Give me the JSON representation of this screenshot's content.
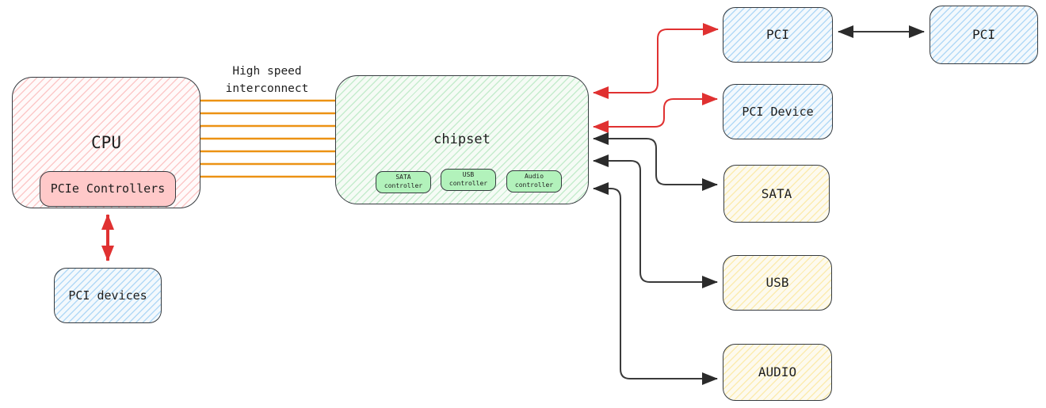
{
  "nodes": {
    "cpu": "CPU",
    "pcie_controllers": "PCIe Controllers",
    "pci_devices": "PCI devices",
    "chipset": "chipset",
    "sata_controller": "SATA\ncontroller",
    "usb_controller": "USB\ncontroller",
    "audio_controller": "Audio\ncontroller",
    "pci": "PCI",
    "pci_device": "PCI Device",
    "sata": "SATA",
    "usb": "USB",
    "audio": "AUDIO",
    "pci_right": "PCI"
  },
  "labels": {
    "interconnect": "High speed\ninterconnect"
  },
  "edges": [
    {
      "from": "cpu",
      "to": "chipset",
      "kind": "bus",
      "lines": 7,
      "color": "orange",
      "style": "solid",
      "arrows": "none",
      "label": "High speed interconnect"
    },
    {
      "from": "interconnect-bus",
      "to": "pcie_controllers",
      "kind": "arrow",
      "color": "red",
      "style": "dashed",
      "arrows": "both"
    },
    {
      "from": "pcie_controllers",
      "to": "pci_devices",
      "kind": "arrow",
      "color": "red",
      "style": "solid-thick",
      "arrows": "both"
    },
    {
      "from": "chipset",
      "to": "pci",
      "kind": "arrow",
      "color": "red",
      "style": "solid",
      "arrows": "both"
    },
    {
      "from": "chipset",
      "to": "pci_device",
      "kind": "arrow",
      "color": "red",
      "style": "solid",
      "arrows": "both"
    },
    {
      "from": "chipset",
      "to": "sata",
      "kind": "arrow",
      "color": "black",
      "style": "solid",
      "arrows": "both"
    },
    {
      "from": "chipset",
      "to": "usb",
      "kind": "arrow",
      "color": "black",
      "style": "solid",
      "arrows": "both"
    },
    {
      "from": "chipset",
      "to": "audio",
      "kind": "arrow",
      "color": "black",
      "style": "solid",
      "arrows": "both"
    },
    {
      "from": "pci",
      "to": "pci_right",
      "kind": "arrow",
      "color": "black",
      "style": "solid",
      "arrows": "both"
    }
  ],
  "colors": {
    "red_arrow": "#e03131",
    "orange_bus": "#ec9213",
    "black_arrow": "#2f2f2f",
    "border": "#363b40",
    "pink_fill": "#ffc9c9",
    "green_fill": "#b2f2bb",
    "text": "#1e1e1e"
  }
}
